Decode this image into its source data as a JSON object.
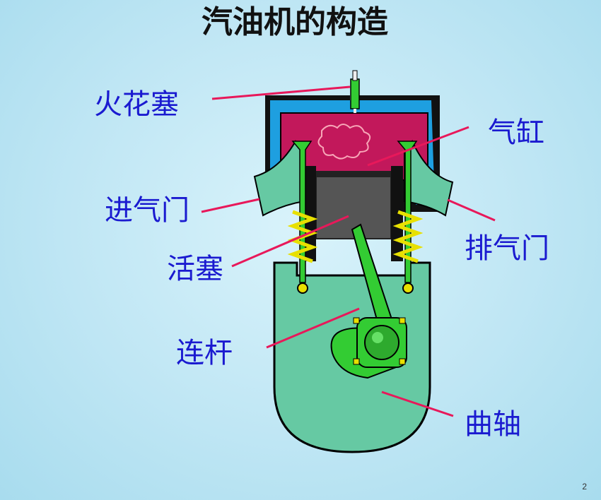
{
  "title": "汽油机的构造",
  "labels": {
    "spark_plug": "火花塞",
    "cylinder": "气缸",
    "intake_valve": "进气门",
    "exhaust_valve": "排气门",
    "piston": "活塞",
    "connecting_rod": "连杆",
    "crankshaft": "曲轴"
  },
  "page_number": "2",
  "colors": {
    "label_text": "#1a1ad0",
    "pointer_lines": "#e8185a",
    "combustion_chamber": "#c2185b",
    "cylinder_wall": "#1e9fe0",
    "crankcase": "#66c9a3",
    "valves_and_rod": "#33cc33",
    "piston": "#555555"
  }
}
